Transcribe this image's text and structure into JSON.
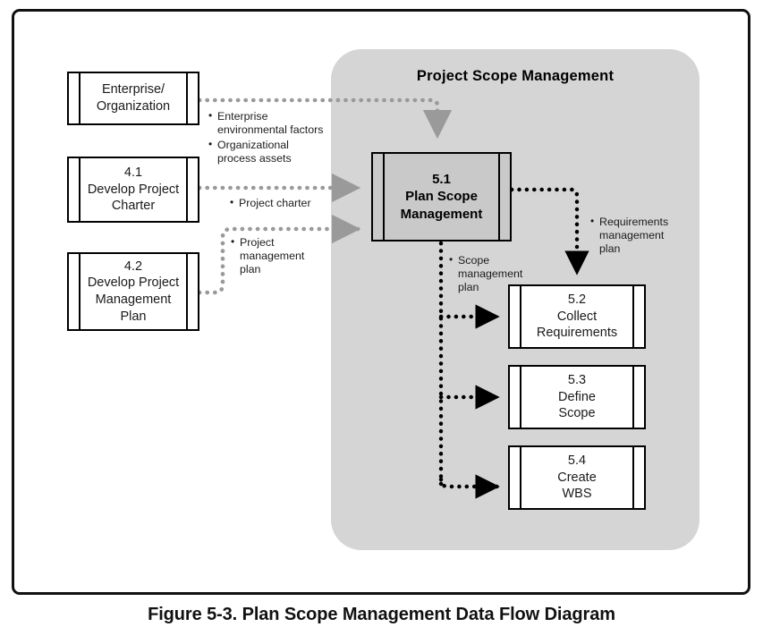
{
  "figure": {
    "caption": "Figure 5-3. Plan Scope Management Data Flow Diagram"
  },
  "panel": {
    "title": "Project Scope Management",
    "fill_color": "#d5d5d5"
  },
  "colors": {
    "highlight_box_fill": "#c9c9c9",
    "gray_flow": "#9a9a9a",
    "black_flow": "#000000",
    "frame_border": "#111111"
  },
  "external_nodes": [
    {
      "id": "enterprise-organization",
      "number": "",
      "title": "Enterprise/\nOrganization",
      "lines": [
        "Enterprise/",
        "Organization"
      ]
    },
    {
      "id": "develop-project-charter",
      "number": "4.1",
      "title": "Develop Project Charter",
      "lines": [
        "4.1",
        "Develop Project",
        "Charter"
      ]
    },
    {
      "id": "develop-project-management-plan",
      "number": "4.2",
      "title": "Develop Project Management Plan",
      "lines": [
        "4.2",
        "Develop Project",
        "Management",
        "Plan"
      ]
    }
  ],
  "scope_processes": [
    {
      "id": "plan-scope-management",
      "number": "5.1",
      "title": "Plan Scope Management",
      "lines": [
        "5.1",
        "Plan Scope",
        "Management"
      ],
      "highlighted": true
    },
    {
      "id": "collect-requirements",
      "number": "5.2",
      "title": "Collect Requirements",
      "lines": [
        "5.2",
        "Collect",
        "Requirements"
      ],
      "highlighted": false
    },
    {
      "id": "define-scope",
      "number": "5.3",
      "title": "Define Scope",
      "lines": [
        "5.3",
        "Define",
        "Scope"
      ],
      "highlighted": false
    },
    {
      "id": "create-wbs",
      "number": "5.4",
      "title": "Create WBS",
      "lines": [
        "5.4",
        "Create",
        "WBS"
      ],
      "highlighted": false
    }
  ],
  "flow_labels": [
    {
      "id": "enterprise-inputs",
      "items": [
        "Enterprise environmental factors",
        "Organizational process assets"
      ],
      "item_lines": [
        [
          "Enterprise",
          "environmental factors"
        ],
        [
          "Organizational",
          "process assets"
        ]
      ]
    },
    {
      "id": "project-charter",
      "items": [
        "Project charter"
      ],
      "item_lines": [
        [
          "Project charter"
        ]
      ]
    },
    {
      "id": "project-management-plan",
      "items": [
        "Project management plan"
      ],
      "item_lines": [
        [
          "Project",
          "management",
          "plan"
        ]
      ]
    },
    {
      "id": "scope-management-plan",
      "items": [
        "Scope management plan"
      ],
      "item_lines": [
        [
          "Scope",
          "management",
          "plan"
        ]
      ]
    },
    {
      "id": "requirements-management-plan",
      "items": [
        "Requirements management plan"
      ],
      "item_lines": [
        [
          "Requirements",
          "management",
          "plan"
        ]
      ]
    }
  ],
  "flows": [
    {
      "id": "flow-enterprise-to-51",
      "from": "enterprise-organization",
      "to": "plan-scope-management",
      "style": "gray-dotted"
    },
    {
      "id": "flow-charter-to-51",
      "from": "develop-project-charter",
      "to": "plan-scope-management",
      "style": "gray-dotted"
    },
    {
      "id": "flow-pmplan-to-51",
      "from": "develop-project-management-plan",
      "to": "plan-scope-management",
      "style": "gray-dotted"
    },
    {
      "id": "flow-51-to-52-reqmgmt",
      "from": "plan-scope-management",
      "to": "collect-requirements",
      "style": "black-dotted"
    },
    {
      "id": "flow-51-to-52-scope",
      "from": "plan-scope-management",
      "to": "collect-requirements",
      "style": "black-dotted"
    },
    {
      "id": "flow-51-to-53-scope",
      "from": "plan-scope-management",
      "to": "define-scope",
      "style": "black-dotted"
    },
    {
      "id": "flow-51-to-54-scope",
      "from": "plan-scope-management",
      "to": "create-wbs",
      "style": "black-dotted"
    }
  ]
}
